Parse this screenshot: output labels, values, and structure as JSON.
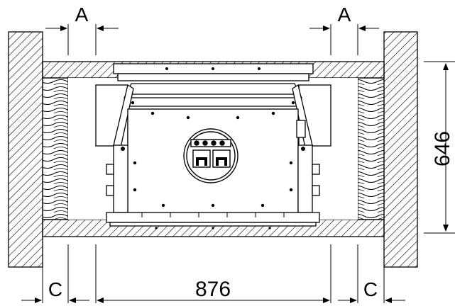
{
  "dimensions": {
    "top_left_label": "A",
    "top_right_label": "A",
    "bottom_left_label": "C",
    "bottom_right_label": "C",
    "width_value": "876",
    "height_value": "646"
  }
}
